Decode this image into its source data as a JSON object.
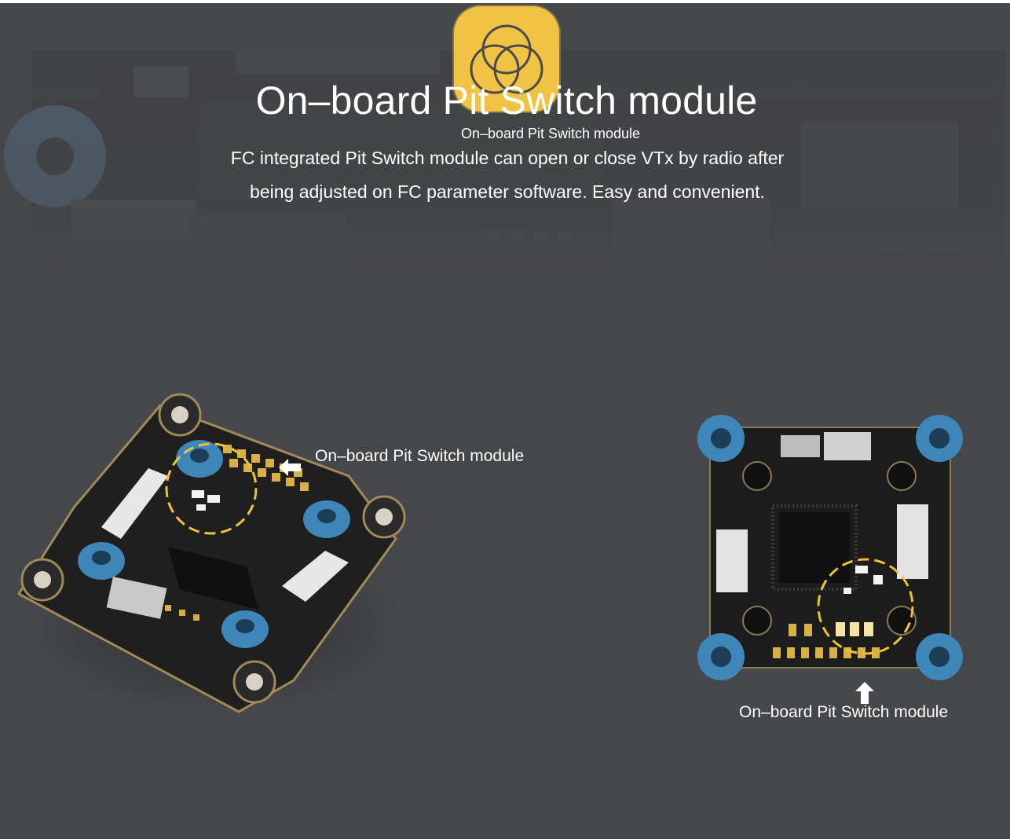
{
  "header": {
    "title": "On–board Pit Switch module",
    "subtitle": "On–board Pit Switch module",
    "description_lines": [
      "FC integrated Pit Switch module can open or close VTx by radio after",
      "being adjusted on FC parameter software. Easy and convenient."
    ]
  },
  "callouts": {
    "left": "On–board Pit Switch module",
    "right": "On–board Pit Switch module"
  },
  "icons": {
    "logo": "three-circles-logo-icon",
    "left_arrow": "arrow-left-icon",
    "up_arrow": "arrow-up-icon"
  },
  "colors": {
    "background": "#46474a",
    "accent": "#f1c344",
    "text": "#ffffff",
    "standoff_blue": "#3f86b8",
    "highlight_circle": "#f0c233"
  }
}
